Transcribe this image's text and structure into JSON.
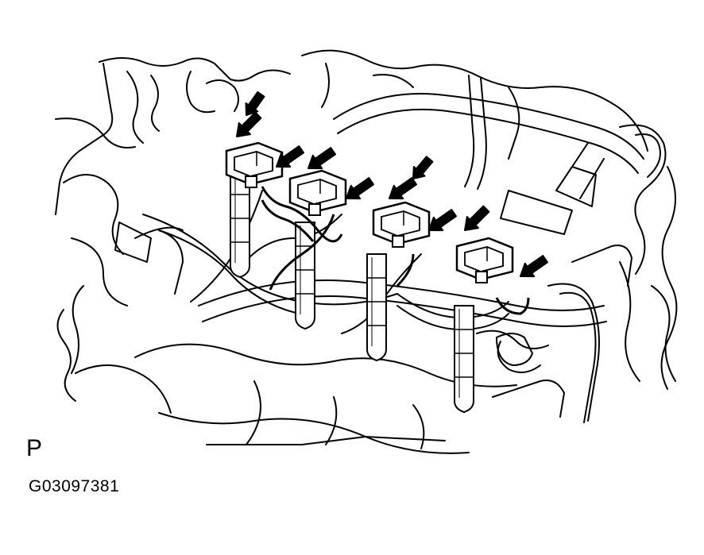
{
  "figure": {
    "view_letter": "P",
    "code": "G03097381"
  },
  "colors": {
    "ink": "#000000",
    "paper": "#ffffff"
  },
  "diagram": {
    "subject-icon": "engine-ignition-coil-connectors",
    "coil_count": 4,
    "arrow_count": 10
  }
}
